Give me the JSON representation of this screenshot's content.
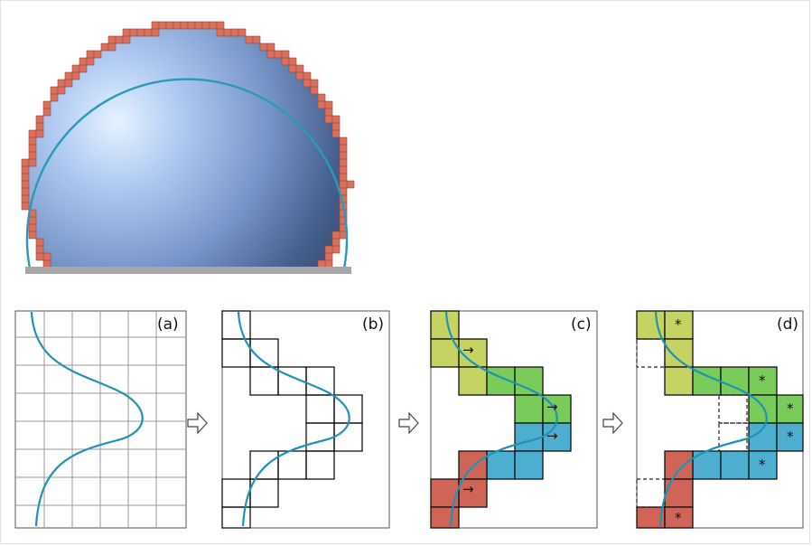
{
  "panels": {
    "a": {
      "label": "(a)"
    },
    "b": {
      "label": "(b)"
    },
    "c": {
      "label": "(c)"
    },
    "d": {
      "label": "(d)"
    }
  },
  "colors": {
    "curve": "#1f93b5",
    "yellow_green": "#c6d262",
    "green": "#79cc5a",
    "blue": "#4daed0",
    "red": "#cf6457",
    "voxel": "#d9705d",
    "ground": "#a6a6a6"
  },
  "icons": [
    "arrow-right-outline-icon",
    "arrow-right-outline-icon",
    "arrow-right-outline-icon"
  ],
  "annotations": {
    "arrow_glyph": "→",
    "star_glyph": "*"
  }
}
